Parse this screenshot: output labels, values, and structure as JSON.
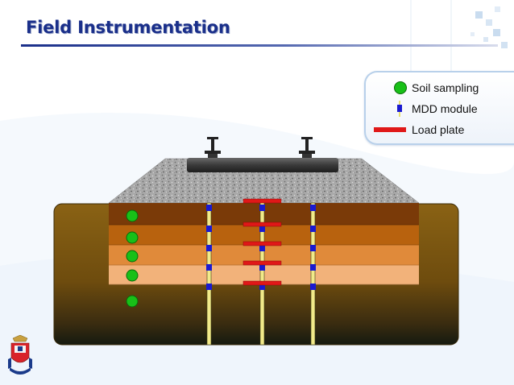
{
  "slide": {
    "title": "Field Instrumentation"
  },
  "legend": {
    "items": [
      {
        "label": "Soil sampling",
        "icon": "green-circle-icon",
        "color": "#18c018"
      },
      {
        "label": "MDD module",
        "icon": "mdd-module-icon",
        "color": "#1a1ad0"
      },
      {
        "label": "Load plate",
        "icon": "load-plate-icon",
        "color": "#e01818"
      }
    ]
  },
  "colors": {
    "title": "#1a2f8a",
    "ground": "#7a5510",
    "ballast": "#a8a8a8",
    "layer_1": "#7a3a08",
    "layer_2": "#b8620e",
    "layer_3": "#e08a3a",
    "layer_4": "#f2b27a",
    "mdd_block": "#1a1ad0",
    "load_plate": "#e01818",
    "soil_sample": "#18c018"
  }
}
